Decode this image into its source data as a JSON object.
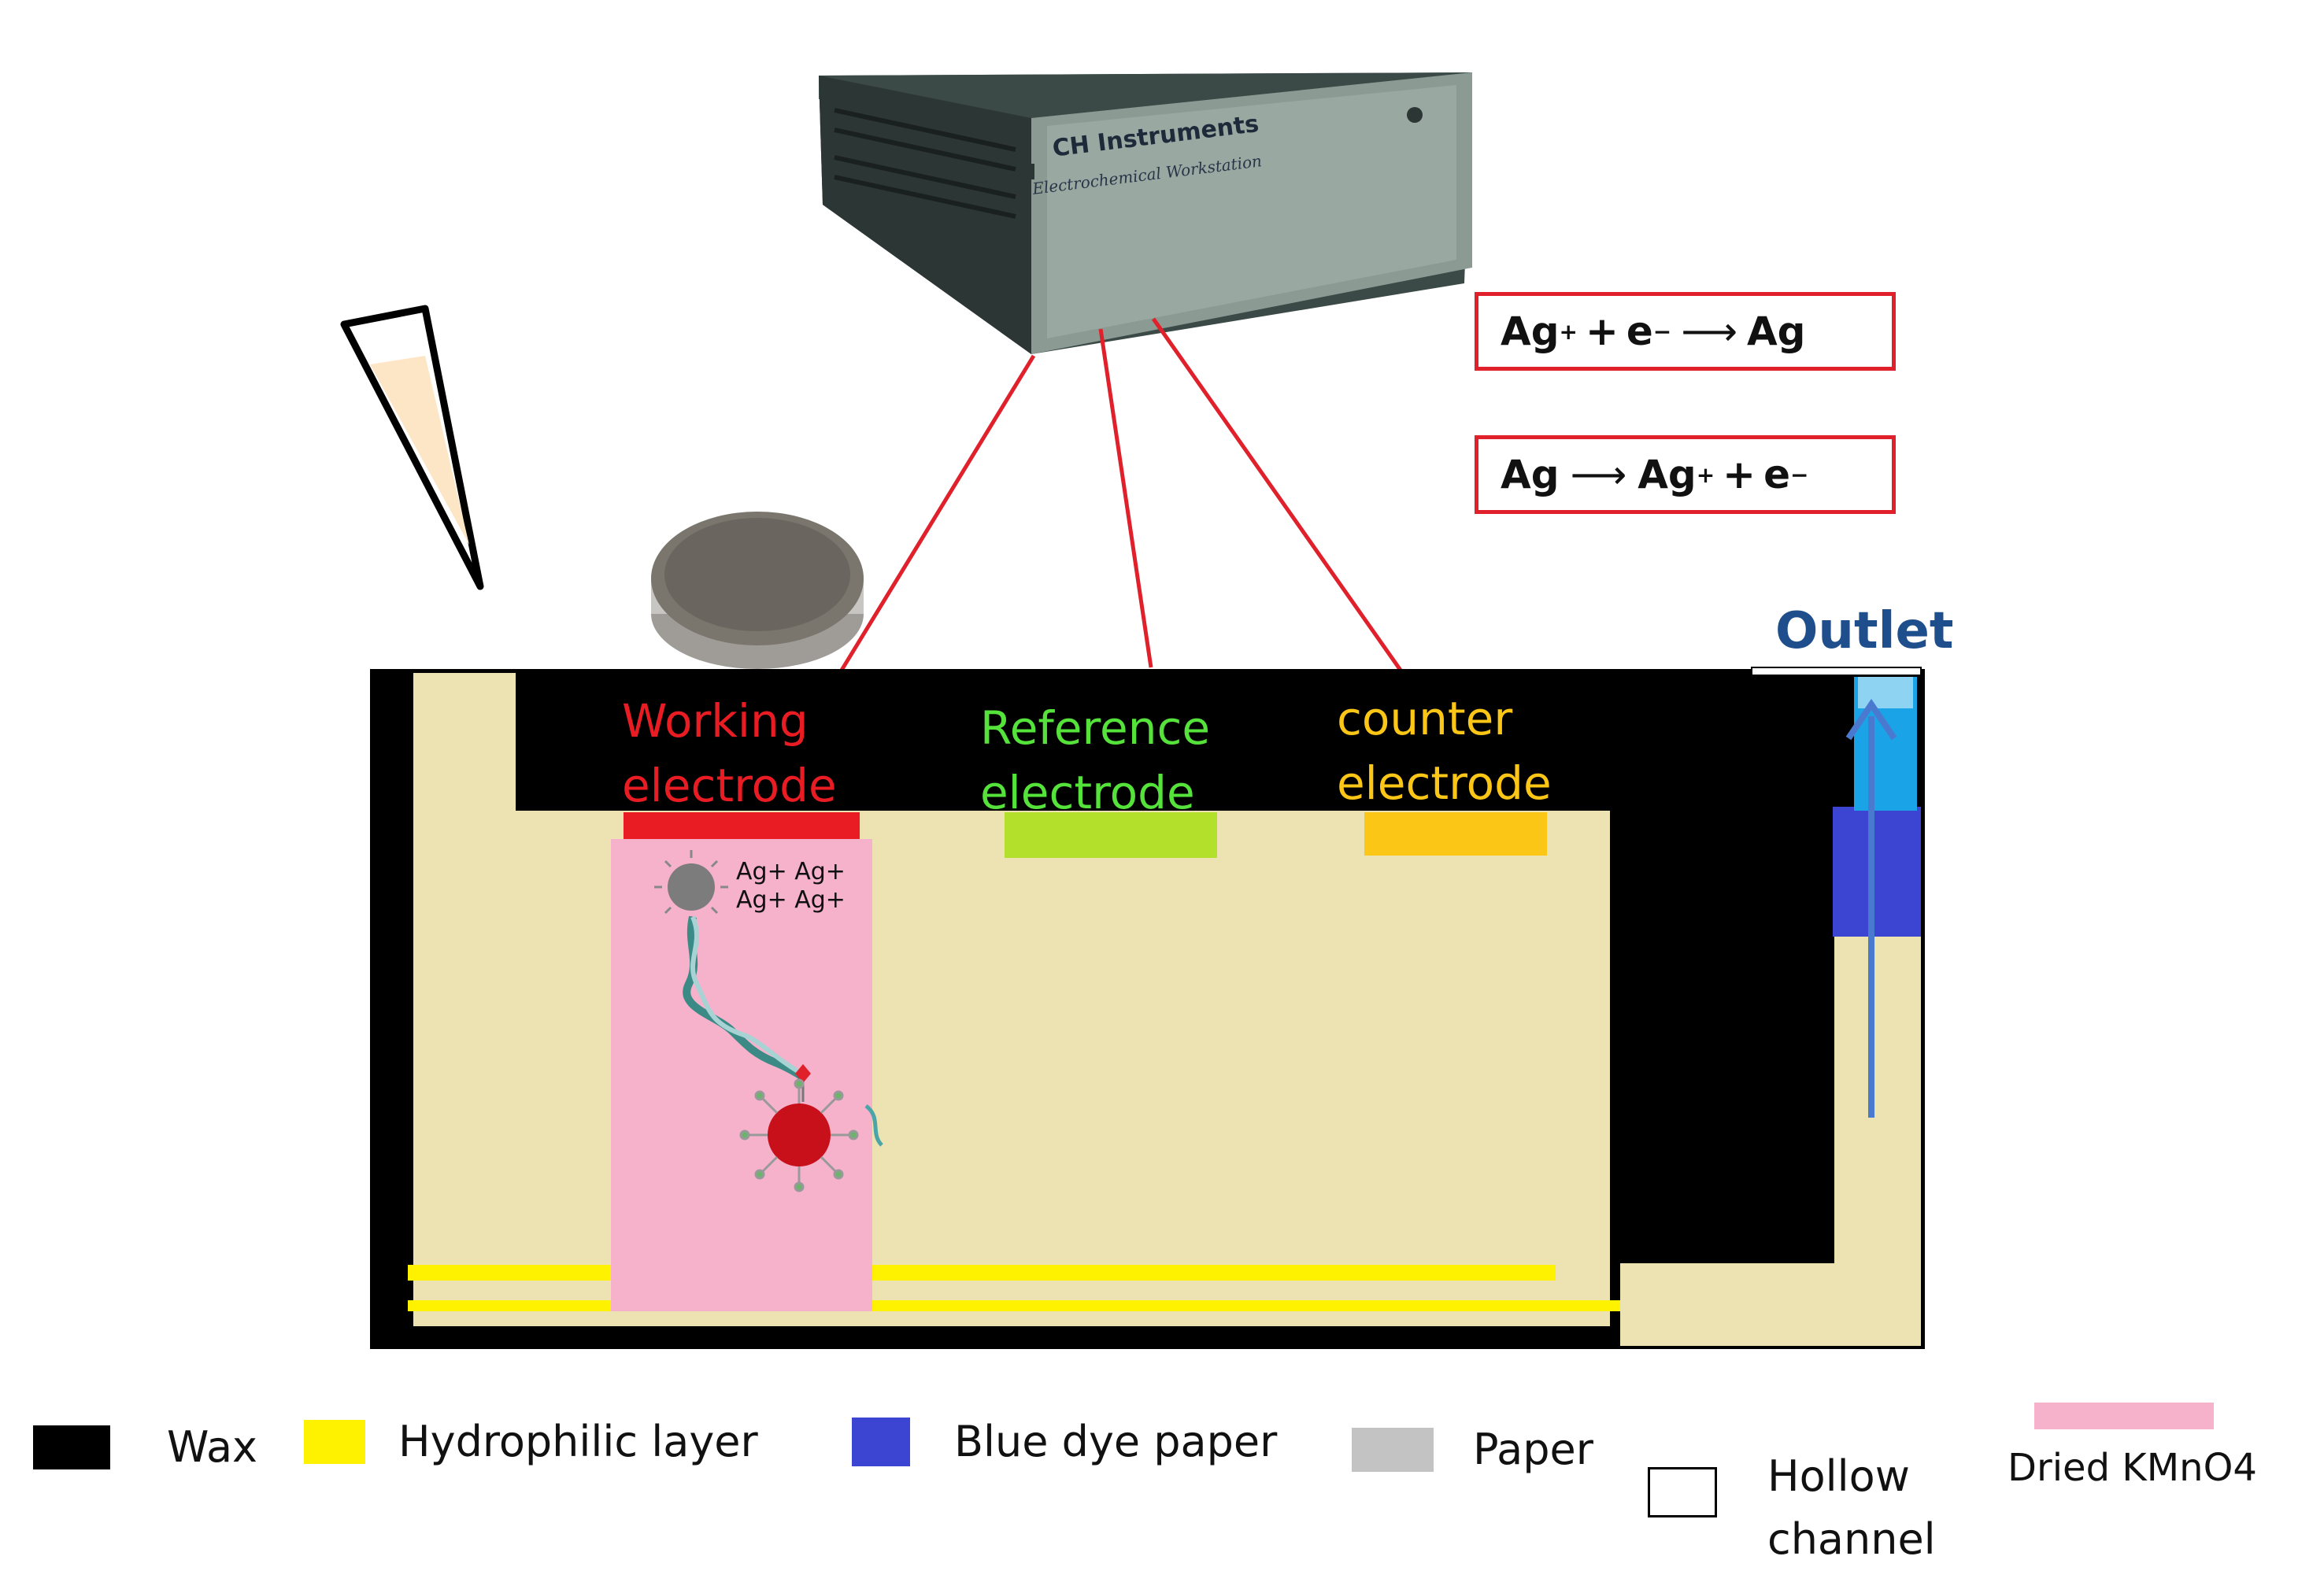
{
  "colors": {
    "wax": "#000000",
    "paper": "#ede2b1",
    "hydrophilic": "#fff200",
    "blue_dye": "#3b45d2",
    "cyan": "#1aa3e6",
    "kmno4": "#f6b2cb",
    "working": "#e91c24",
    "reference": "#b3e02a",
    "counter": "#fbc615",
    "wire": "#e0202a",
    "outlet": "#1f4e8c"
  },
  "instrument": {
    "brand": "CH Instruments",
    "model": "Electrochemical Workstation"
  },
  "equations": {
    "reduction": {
      "left": "Ag",
      "plus1": "+",
      "e": "e",
      "minus": "−",
      "arrow": "⟶",
      "right": "Ag"
    },
    "oxidation": {
      "left": "Ag",
      "arrow": "⟶",
      "right": "Ag",
      "plus": "+",
      "e": "e",
      "minus": "−"
    }
  },
  "electrodes": {
    "working": {
      "line1": "Working",
      "line2": "electrode"
    },
    "reference": {
      "line1": "Reference",
      "line2": "electrode"
    },
    "counter": {
      "line1": "counter",
      "line2": "electrode"
    }
  },
  "outlet_label": "Outlet",
  "nanoparticle": {
    "ions_line1": "Ag+ Ag+",
    "ions_line2": "Ag+ Ag+"
  },
  "legend": {
    "wax": "Wax",
    "hydrophilic": "Hydrophilic layer",
    "blue_dye": "Blue dye paper",
    "paper": "Paper",
    "hollow_line1": "Hollow",
    "hollow_line2": "channel",
    "kmno4": "Dried KMnO4"
  }
}
